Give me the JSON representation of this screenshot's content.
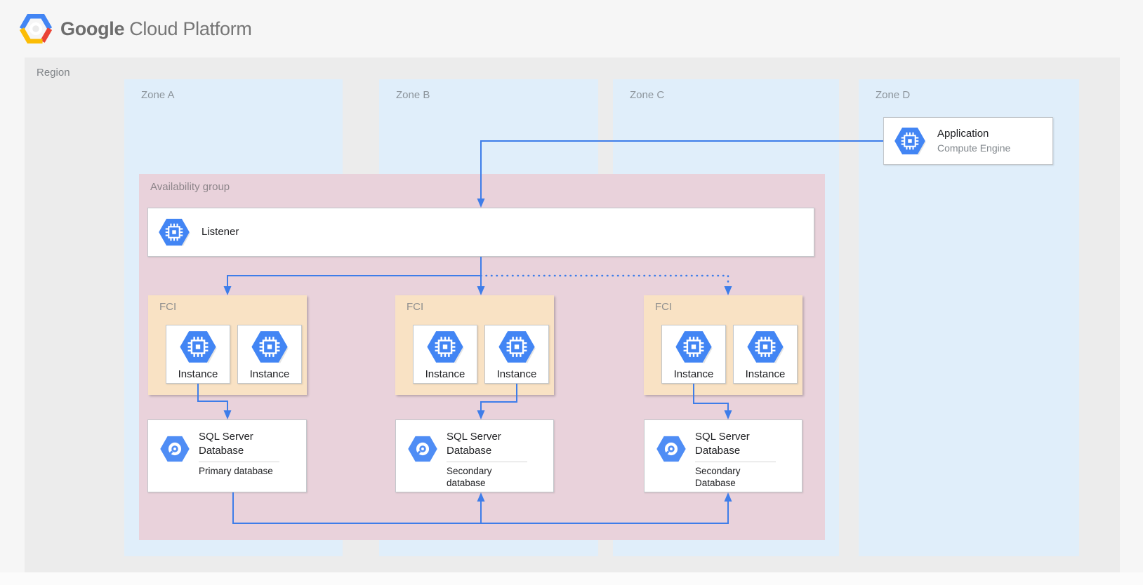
{
  "header": {
    "logo_google": "Google",
    "logo_rest": "Cloud Platform"
  },
  "region": {
    "label": "Region"
  },
  "zones": [
    {
      "label": "Zone A"
    },
    {
      "label": "Zone B"
    },
    {
      "label": "Zone C"
    },
    {
      "label": "Zone D"
    }
  ],
  "application": {
    "title": "Application",
    "subtitle": "Compute Engine"
  },
  "availability_group": {
    "label": "Availability group"
  },
  "listener": {
    "label": "Listener"
  },
  "fci_groups": [
    {
      "label": "FCI",
      "instances": [
        {
          "label": "Instance"
        },
        {
          "label": "Instance"
        }
      ]
    },
    {
      "label": "FCI",
      "instances": [
        {
          "label": "Instance"
        },
        {
          "label": "Instance"
        }
      ]
    },
    {
      "label": "FCI",
      "instances": [
        {
          "label": "Instance"
        },
        {
          "label": "Instance"
        }
      ]
    }
  ],
  "databases": [
    {
      "title_line1": "SQL Server",
      "title_line2": "Database",
      "subtitle": "Primary database"
    },
    {
      "title_line1": "SQL Server",
      "title_line2": "Database",
      "subtitle": "Secondary database"
    },
    {
      "title_line1": "SQL Server",
      "title_line2": "Database",
      "subtitle": "Secondary Database"
    }
  ],
  "colors": {
    "arrow_blue": "#3e7de9",
    "compute_engine_icon_blue": "#4285f4",
    "sql_icon_blue": "#4f8df5",
    "zone_bg": "#e0eefa",
    "region_bg": "#ececec",
    "availability_bg": "#e9d2db",
    "fci_bg": "#f9e2c4",
    "logo_blue": "#4285f4",
    "logo_red": "#ea4335",
    "logo_yellow": "#fbbc05"
  }
}
